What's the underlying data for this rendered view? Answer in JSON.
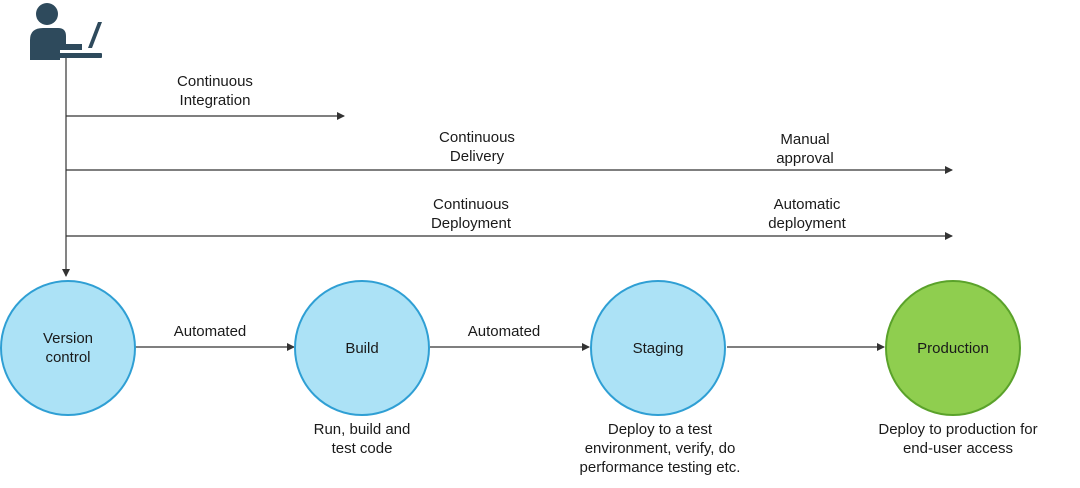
{
  "colors": {
    "node_fill": "#ace2f6",
    "node_border": "#2f9fd4",
    "production_fill": "#8fce4f",
    "production_border": "#5aa22a",
    "line": "#333333",
    "icon": "#2e4a5c"
  },
  "icons": {
    "developer": "developer-at-laptop-icon"
  },
  "lanes": {
    "ci": {
      "label": "Continuous\nIntegration"
    },
    "cd": {
      "label": "Continuous\nDelivery",
      "gate": "Manual\napproval"
    },
    "cdep": {
      "label": "Continuous\nDeployment",
      "gate": "Automatic\ndeployment"
    }
  },
  "nodes": {
    "version_control": "Version\ncontrol",
    "build": "Build",
    "staging": "Staging",
    "production": "Production"
  },
  "edges": {
    "vc_to_build": "Automated",
    "build_to_staging": "Automated"
  },
  "notes": {
    "build": "Run, build and\ntest code",
    "staging": "Deploy to a test\nenvironment, verify, do\nperformance testing etc.",
    "production": "Deploy to production for\nend-user access"
  }
}
